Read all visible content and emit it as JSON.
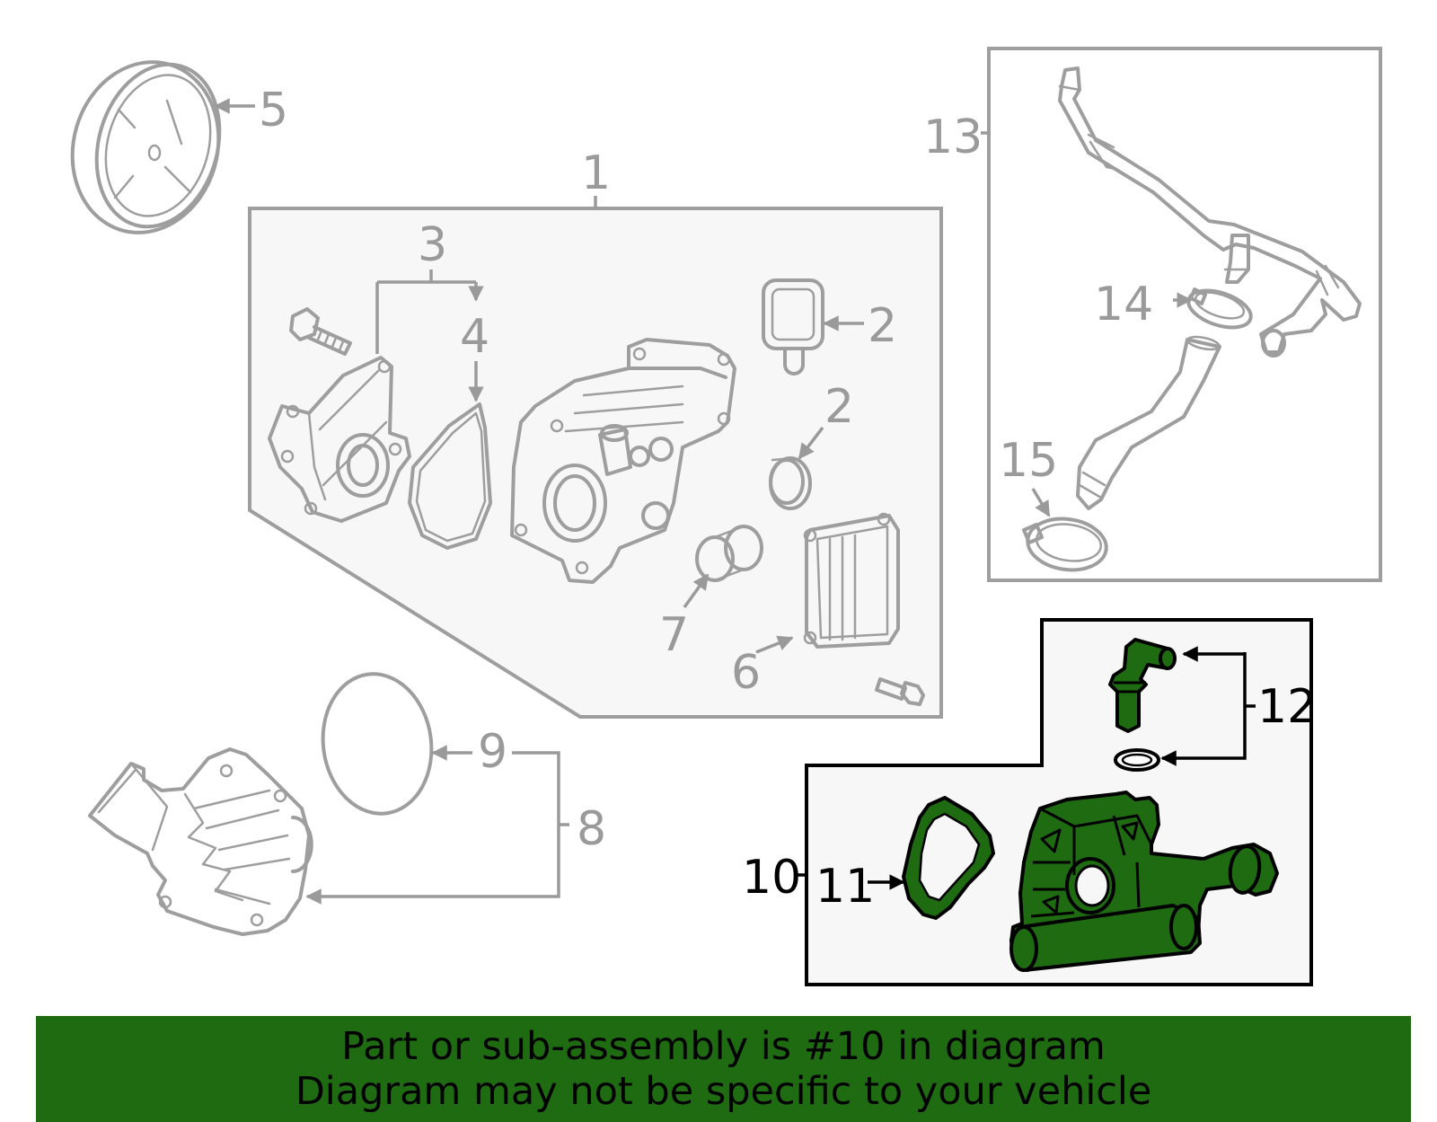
{
  "callouts": {
    "c1": "1",
    "c2a": "2",
    "c2b": "2",
    "c3": "3",
    "c4": "4",
    "c5": "5",
    "c6": "6",
    "c7": "7",
    "c8": "8",
    "c9": "9",
    "c10": "10",
    "c11": "11",
    "c12": "12",
    "c13": "13",
    "c14": "14",
    "c15": "15"
  },
  "highlight": {
    "part_number": "10",
    "color": "#1f6b12"
  },
  "colors": {
    "outline": "#9e9e9e",
    "box_fill": "#f7f7f7",
    "highlight": "#1f6b12"
  },
  "banner": {
    "line1": "Part or sub-assembly is #10 in diagram",
    "line2": "Diagram may not be specific to your vehicle"
  }
}
